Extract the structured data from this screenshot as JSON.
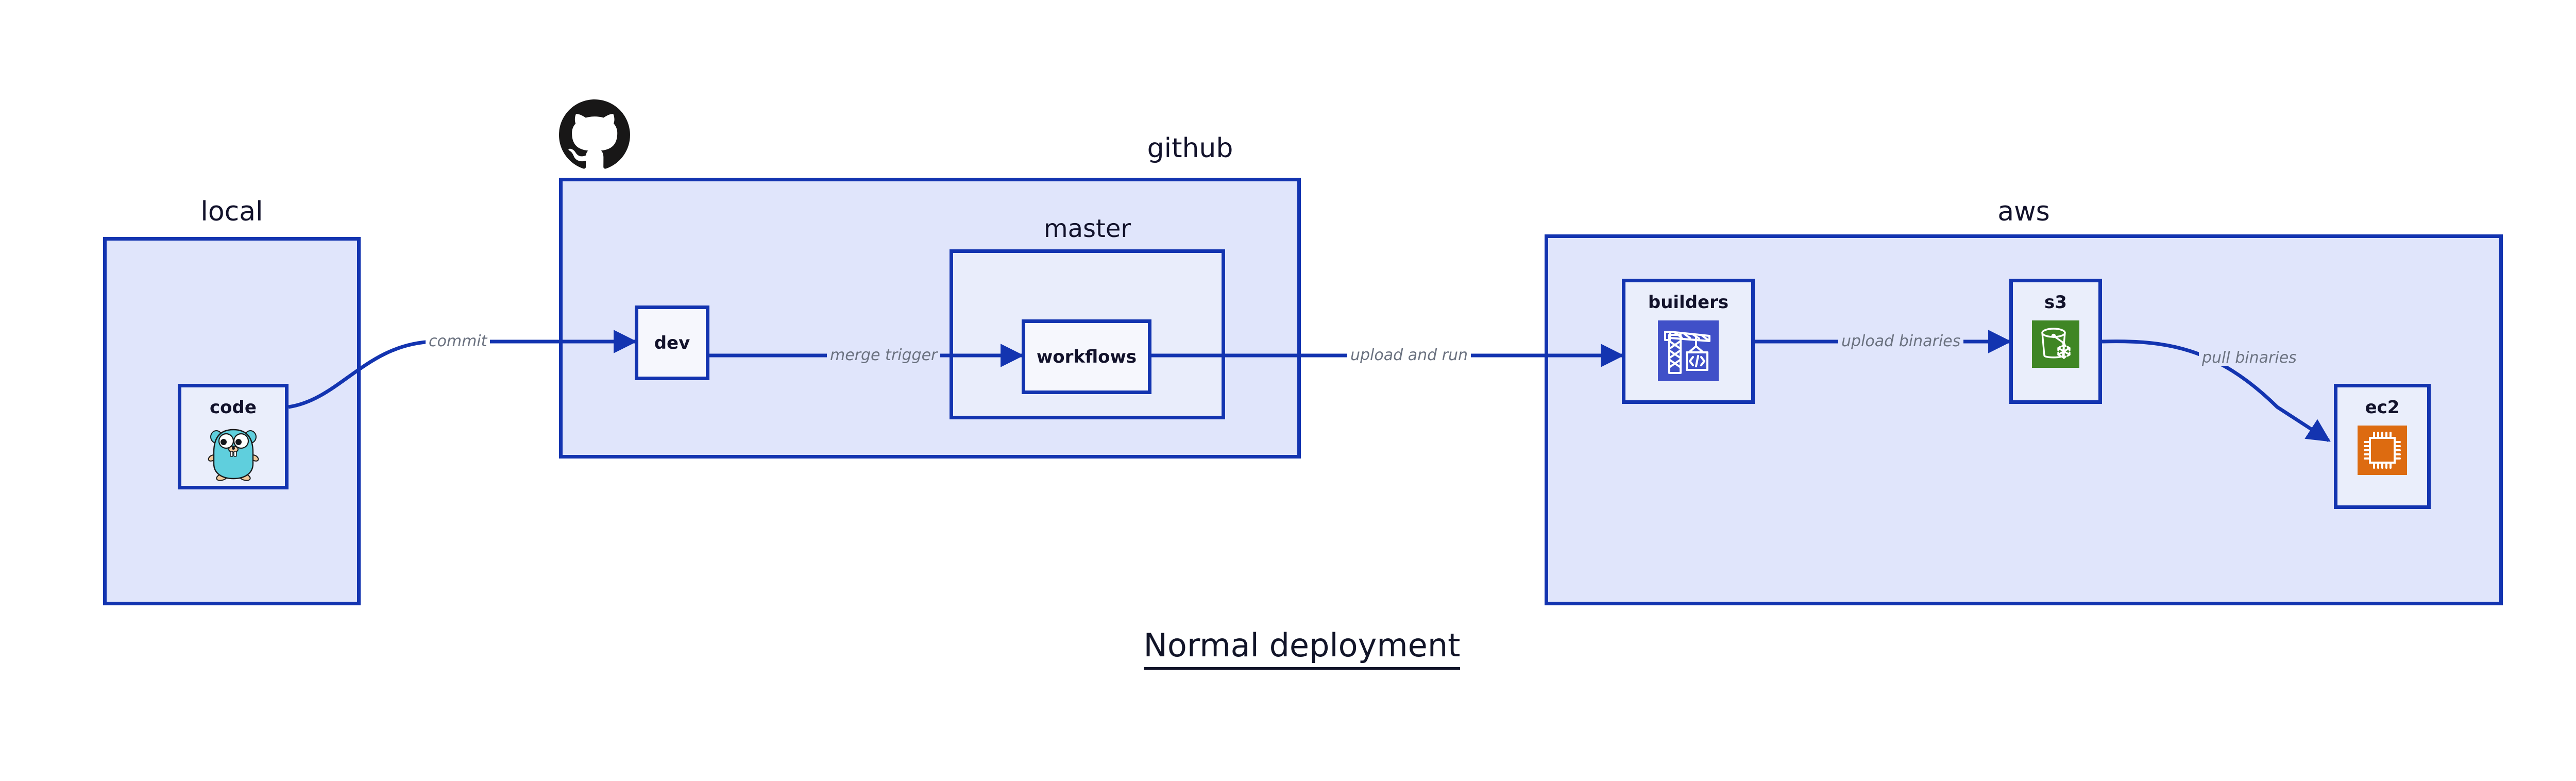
{
  "diagram": {
    "title": "Normal deployment",
    "background_color": "#ffffff",
    "stroke_color": "#1334b0",
    "group_fill": "#e0e5fb",
    "subgroup_fill": "#e9edfb",
    "node_fill": "#eaeefb",
    "label_color": "#12122b",
    "edge_label_color": "#6b7280"
  },
  "groups": [
    {
      "id": "local",
      "label": "local"
    },
    {
      "id": "github",
      "label": "github"
    },
    {
      "id": "master",
      "label": "master"
    },
    {
      "id": "aws",
      "label": "aws"
    }
  ],
  "nodes": [
    {
      "id": "code",
      "label": "code",
      "icon": "go-gopher-icon",
      "group": "local"
    },
    {
      "id": "dev",
      "label": "dev",
      "icon": null,
      "group": "github"
    },
    {
      "id": "workflows",
      "label": "workflows",
      "icon": null,
      "group": "master"
    },
    {
      "id": "builders",
      "label": "builders",
      "icon": "aws-codebuild-icon",
      "group": "aws"
    },
    {
      "id": "s3",
      "label": "s3",
      "icon": "aws-s3-glacier-icon",
      "group": "aws"
    },
    {
      "id": "ec2",
      "label": "ec2",
      "icon": "aws-ec2-icon",
      "group": "aws"
    }
  ],
  "edges": [
    {
      "id": "commit",
      "label": "commit",
      "from": "code",
      "to": "dev"
    },
    {
      "id": "merge-trigger",
      "label": "merge trigger",
      "from": "dev",
      "to": "workflows"
    },
    {
      "id": "upload-and-run",
      "label": "upload and run",
      "from": "workflows",
      "to": "builders"
    },
    {
      "id": "upload-binaries",
      "label": "upload binaries",
      "from": "builders",
      "to": "s3"
    },
    {
      "id": "pull-binaries",
      "label": "pull binaries",
      "from": "s3",
      "to": "ec2"
    }
  ],
  "logos": [
    {
      "id": "github-logo",
      "name": "github-octocat-icon",
      "color": "#181717"
    }
  ],
  "icon_colors": {
    "aws_codebuild_bg": "#4050c8",
    "aws_s3_bg": "#3f8624",
    "aws_ec2_bg": "#dd6b10",
    "gopher_body": "#5fcfdd",
    "gopher_limb": "#f3ca9c",
    "github_black": "#181717"
  }
}
